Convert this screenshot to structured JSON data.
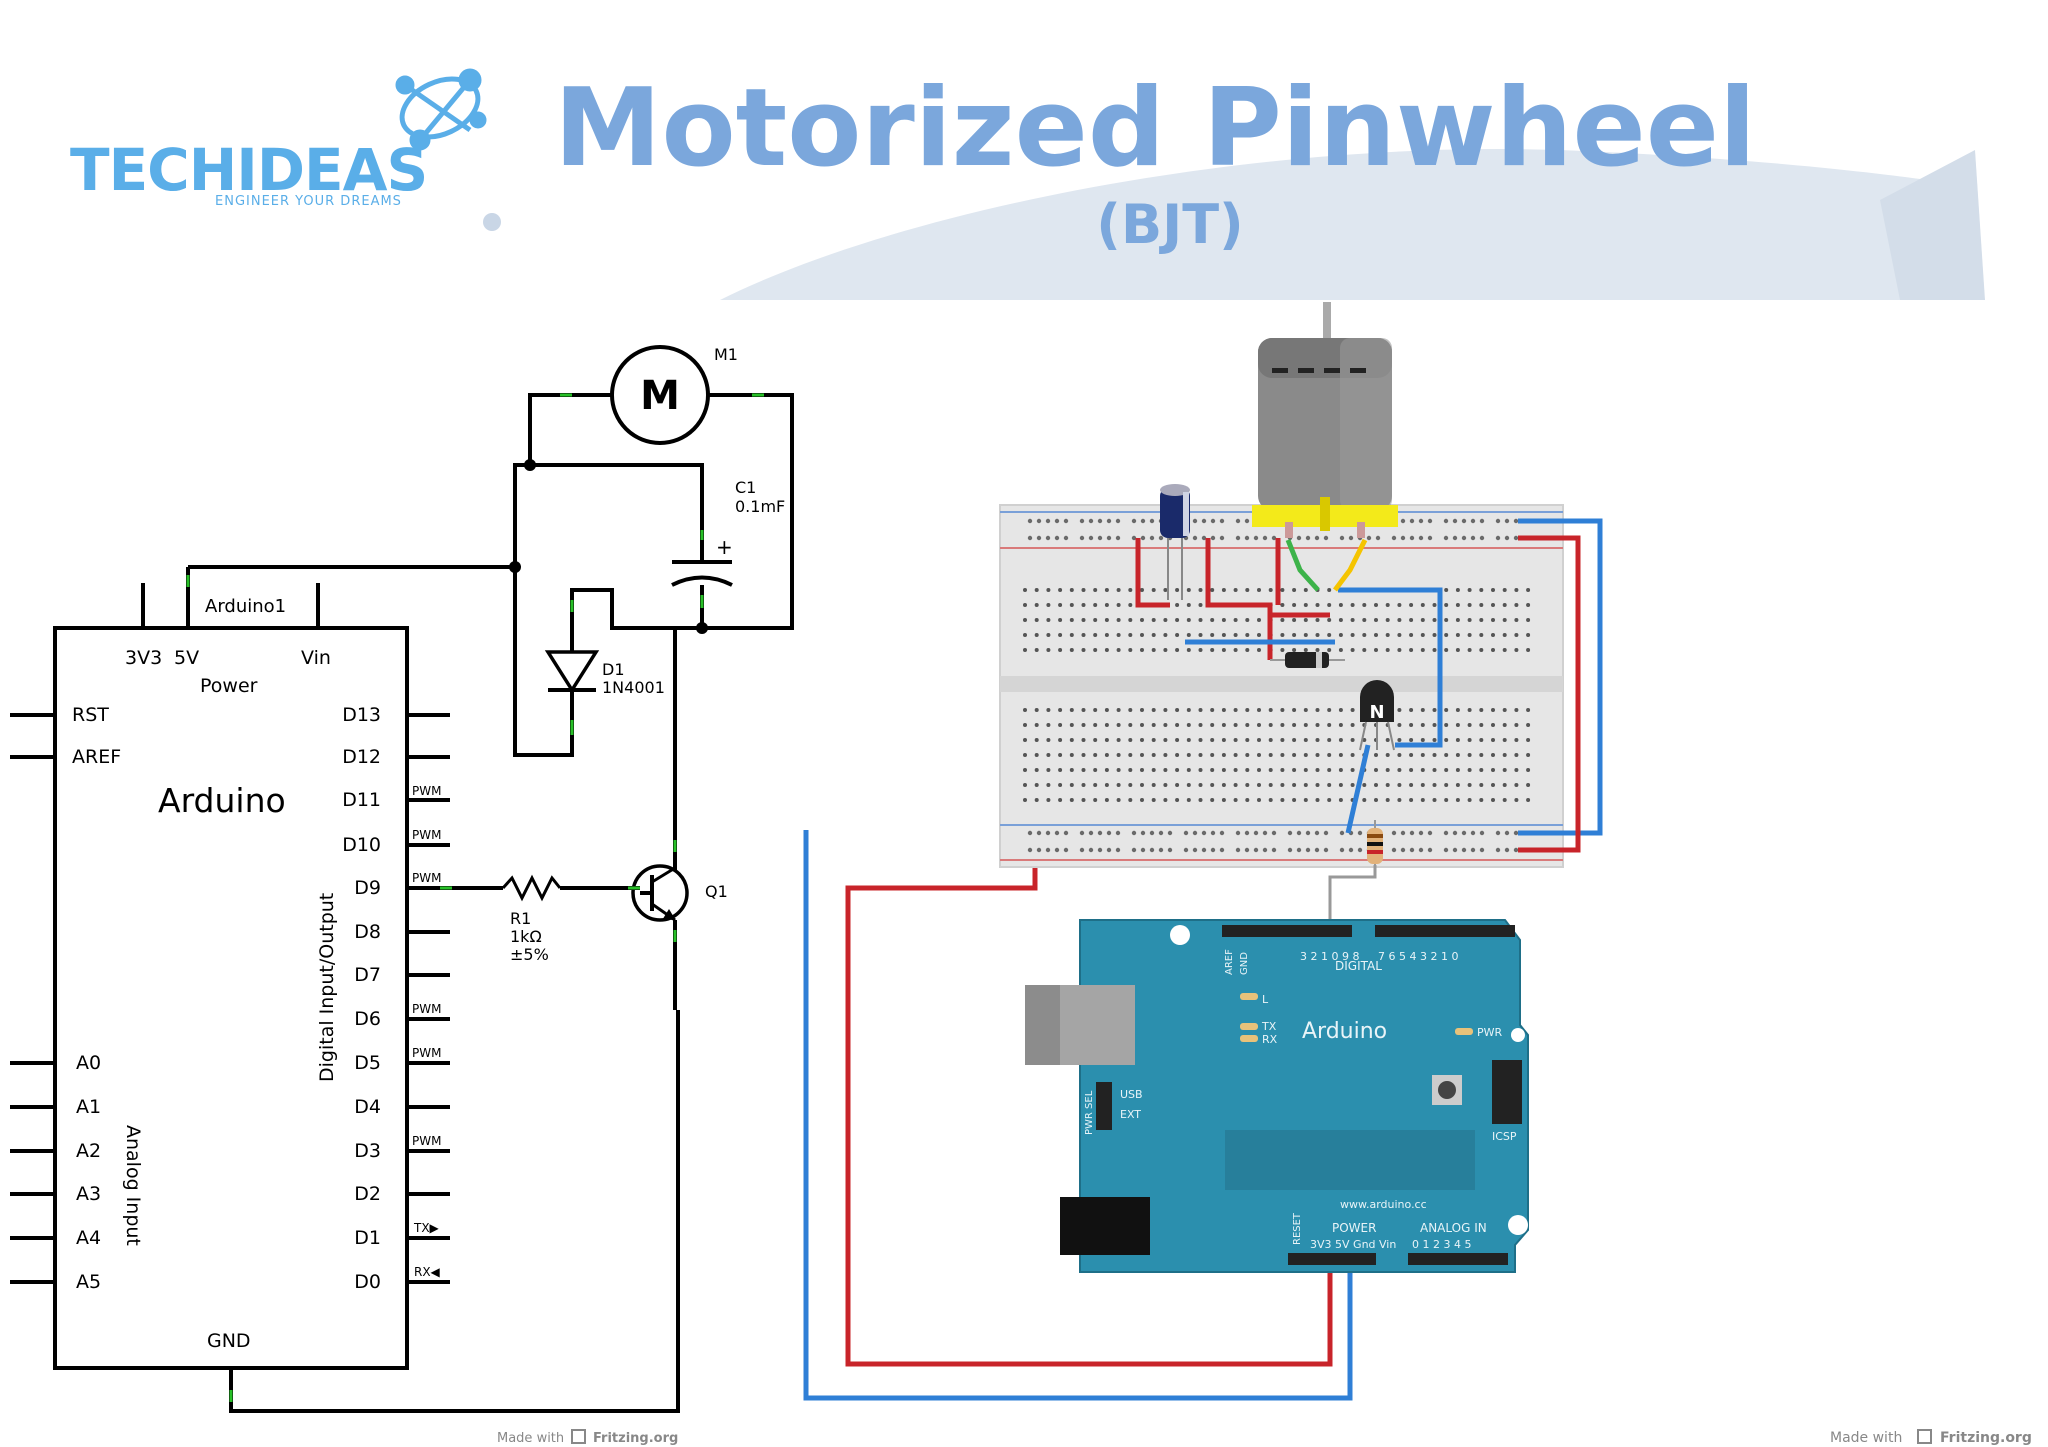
{
  "header": {
    "logo_text": "TECHIDEAS",
    "logo_tagline": "ENGINEER YOUR DREAMS",
    "title": "Motorized Pinwheel",
    "subtitle": "(BJT)",
    "colors": {
      "title": "#7ba7dc",
      "logo": "#5aaee8",
      "swoosh": "#dfe7f0"
    }
  },
  "schematic": {
    "arduino_part": "Arduino1",
    "arduino_label": "Arduino",
    "power_label": "Power",
    "pwr_3v3": "3V3",
    "pwr_5v": "5V",
    "pwr_vin": "Vin",
    "rst": "RST",
    "aref": "AREF",
    "analog": [
      "A0",
      "A1",
      "A2",
      "A3",
      "A4",
      "A5"
    ],
    "analog_group": "Analog Input",
    "digital_group": "Digital Input/Output",
    "digital": [
      "D13",
      "D12",
      "D11",
      "D10",
      "D9",
      "D8",
      "D7",
      "D6",
      "D5",
      "D4",
      "D3",
      "D2",
      "D1",
      "D0"
    ],
    "pwm": "PWM",
    "tx": "TX▶",
    "rx": "RX◀",
    "gnd": "GND",
    "motor_ref": "M1",
    "motor_symbol": "M",
    "cap_ref": "C1",
    "cap_value": "0.1mF",
    "cap_plus": "+",
    "diode_ref": "D1",
    "diode_value": "1N4001",
    "res_ref": "R1",
    "res_value": "1kΩ",
    "res_tol": "±5%",
    "transistor_ref": "Q1",
    "made_with": "Made with",
    "fritzing": "Fritzing.org"
  },
  "breadboard": {
    "transistor_mark": "N",
    "board_digital": "DIGITAL",
    "board_name": "Arduino",
    "board_url": "www.arduino.cc",
    "board_power": "POWER",
    "board_analog": "ANALOG IN",
    "board_pins_power": "3V3 5V Gnd Vin",
    "board_pins_analog": "0 1 2 3 4 5",
    "board_digital_nums": "7 6 5 4 3 2 1 0",
    "board_digital_hi": "3 2 1 0 9 8",
    "led_l": "L",
    "led_tx": "TX",
    "led_rx": "RX",
    "led_pwr": "PWR",
    "pwr_sel": "PWR SEL",
    "usb": "USB",
    "ext": "EXT",
    "icsp": "ICSP",
    "reset": "RESET",
    "aref": "AREF",
    "gnd": "GND",
    "made_with": "Made with",
    "fritzing": "Fritzing.org",
    "colors": {
      "board": "#2b8fae",
      "breadboard": "#e6e6e6",
      "wire_red": "#c8242a",
      "wire_blue": "#2f7fd6"
    }
  }
}
